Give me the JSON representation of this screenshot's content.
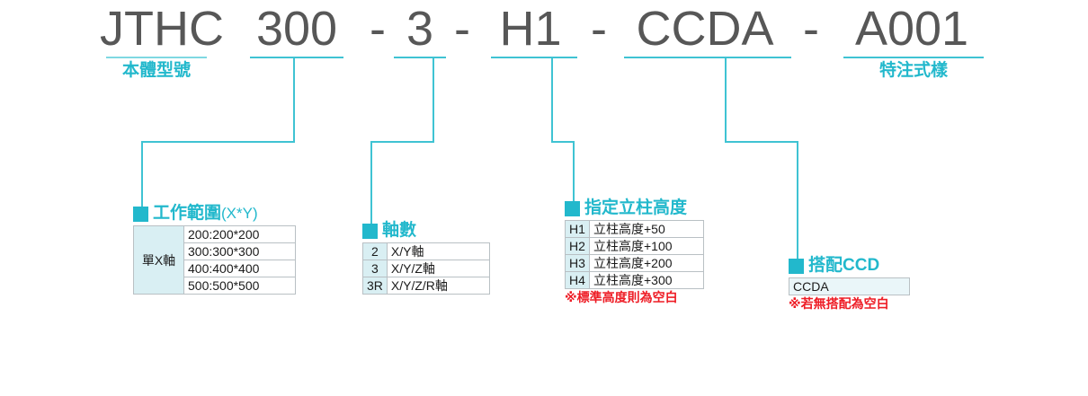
{
  "model_number": {
    "segments": [
      {
        "id": "body-model",
        "text": "JTHC",
        "caption": "本體型號"
      },
      {
        "id": "work-range",
        "text": "300",
        "caption": ""
      },
      {
        "id": "axis-count",
        "text": "3",
        "caption": ""
      },
      {
        "id": "column-height",
        "text": "H1",
        "caption": ""
      },
      {
        "id": "ccd",
        "text": "CCDA",
        "caption": ""
      },
      {
        "id": "special-spec",
        "text": "A001",
        "caption": "特注式樣"
      }
    ],
    "separator": "-"
  },
  "details": {
    "work_range": {
      "title_main": "工作範圍",
      "title_thin": "(X*Y)",
      "span_key": "單X軸",
      "rows": [
        {
          "value": "200:200*200"
        },
        {
          "value": "300:300*300"
        },
        {
          "value": "400:400*400"
        },
        {
          "value": "500:500*500"
        }
      ]
    },
    "axis_count": {
      "title_main": "軸數",
      "title_thin": "",
      "rows": [
        {
          "key": "2",
          "value": "X/Y軸"
        },
        {
          "key": "3",
          "value": "X/Y/Z軸"
        },
        {
          "key": "3R",
          "value": "X/Y/Z/R軸"
        }
      ]
    },
    "column_height": {
      "title_main": "指定立柱高度",
      "title_thin": "",
      "rows": [
        {
          "key": "H1",
          "value": "立柱高度+50"
        },
        {
          "key": "H2",
          "value": "立柱高度+100"
        },
        {
          "key": "H3",
          "value": "立柱高度+200"
        },
        {
          "key": "H4",
          "value": "立柱高度+300"
        }
      ],
      "note": "※標準高度則為空白"
    },
    "ccd": {
      "title_main": "搭配CCD",
      "title_thin": "",
      "rows": [
        {
          "value": "CCDA"
        }
      ],
      "note": "※若無搭配為空白"
    }
  },
  "colors": {
    "accent": "#22b8cc",
    "line": "#3fc3d3",
    "text_dark": "#575757",
    "note_red": "#ee1c25",
    "cell_key": "#d9eff3",
    "cell_border": "#b9c0c4"
  }
}
